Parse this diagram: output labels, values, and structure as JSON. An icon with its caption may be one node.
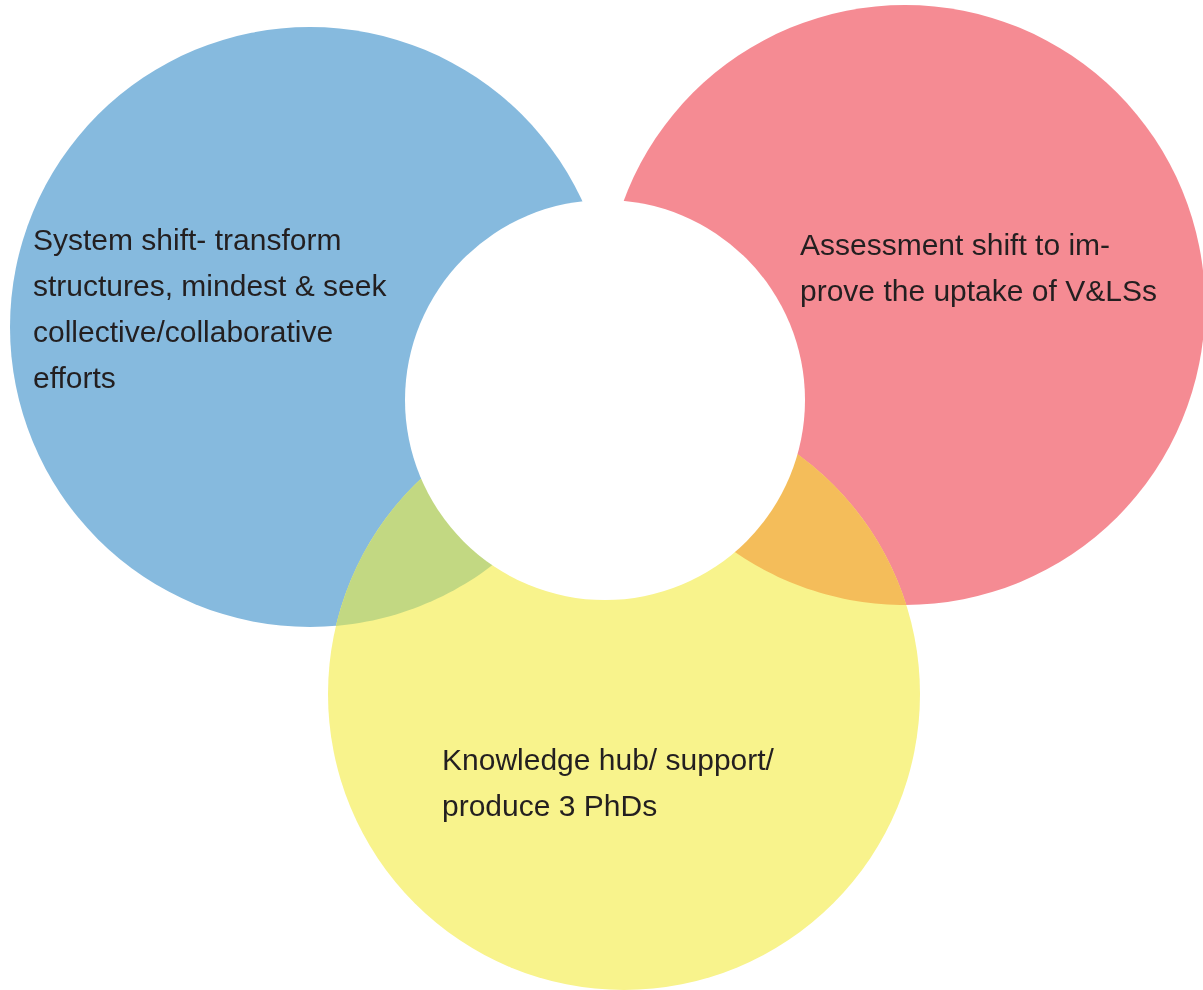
{
  "diagram": {
    "nodes": [
      {
        "text": [
          "System shift- transform structures, mindest & seek collective/collaborative efforts"
        ]
      },
      {
        "text": [
          "Assessment shift to im- prove the uptake of V&LSs"
        ]
      },
      {
        "text": [
          "Knowledge hub/ support/ produce 3 PhDs"
        ]
      },
      {
        "text": [],
        "shape": "circle"
      }
    ]
  }
}
